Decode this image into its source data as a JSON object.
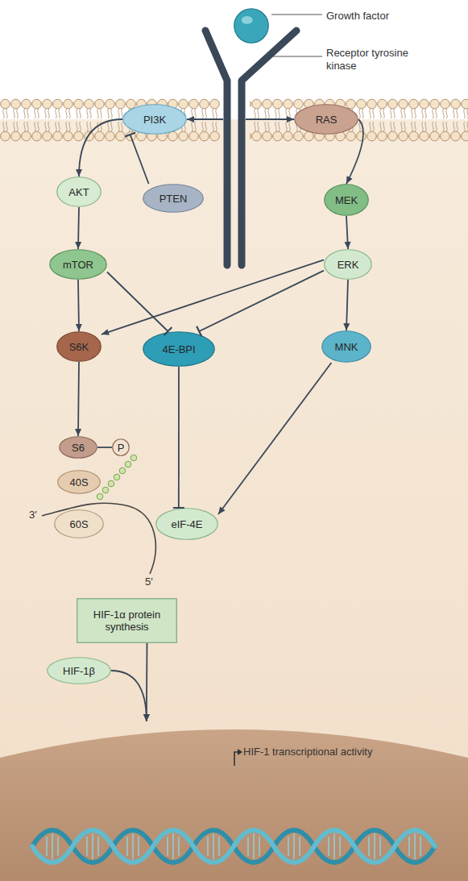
{
  "diagram": {
    "nodes": [
      {
        "text": [
          "Growth factor"
        ]
      },
      {
        "text": [
          "Receptor tyrosine kinase"
        ]
      },
      {
        "text": [
          "PI3K"
        ]
      },
      {
        "text": [
          "RAS"
        ]
      },
      {
        "text": [
          "AKT"
        ]
      },
      {
        "text": [
          "PTEN"
        ]
      },
      {
        "text": [
          "MEK"
        ]
      },
      {
        "text": [
          "mTOR"
        ]
      },
      {
        "text": [
          "ERK"
        ]
      },
      {
        "text": [
          "S6K"
        ]
      },
      {
        "text": [
          "4E-BPI"
        ]
      },
      {
        "text": [
          "MNK"
        ]
      },
      {
        "text": [
          "S6"
        ]
      },
      {
        "text": [
          "P"
        ]
      },
      {
        "text": [
          "40S"
        ]
      },
      {
        "text": [
          "60S"
        ]
      },
      {
        "text": [
          "eIF-4E"
        ]
      },
      {
        "text": [
          "HIF-1α protein synthesis"
        ]
      },
      {
        "text": [
          "HIF-1β"
        ]
      },
      {
        "text": [
          "HIF-1 transcriptional activity"
        ]
      }
    ],
    "edges": [
      {
        "from": 1,
        "to": 2,
        "arrow": "to"
      },
      {
        "from": 1,
        "to": 3,
        "arrow": "to"
      },
      {
        "from": 2,
        "to": 4,
        "arrow": "to"
      },
      {
        "from": 5,
        "to": 2,
        "arrow": "to"
      },
      {
        "from": 4,
        "to": 7,
        "arrow": "to"
      },
      {
        "from": 3,
        "to": 6,
        "arrow": "to"
      },
      {
        "from": 6,
        "to": 8,
        "arrow": "to"
      },
      {
        "from": 7,
        "to": 9,
        "arrow": "to"
      },
      {
        "from": 7,
        "to": 10,
        "arrow": "to"
      },
      {
        "from": 8,
        "to": 9,
        "arrow": "to"
      },
      {
        "from": 8,
        "to": 10,
        "arrow": "to"
      },
      {
        "from": 8,
        "to": 11,
        "arrow": "to"
      },
      {
        "from": 9,
        "to": 12,
        "arrow": "to"
      },
      {
        "from": 12,
        "to": 13,
        "arrow": "none"
      },
      {
        "from": 10,
        "to": 16,
        "arrow": "to"
      },
      {
        "from": 11,
        "to": 16,
        "arrow": "to"
      },
      {
        "from": 17,
        "to": 19,
        "arrow": "to"
      },
      {
        "from": 18,
        "to": 19,
        "arrow": "to"
      }
    ],
    "labels": [
      "3′",
      "5′"
    ]
  }
}
